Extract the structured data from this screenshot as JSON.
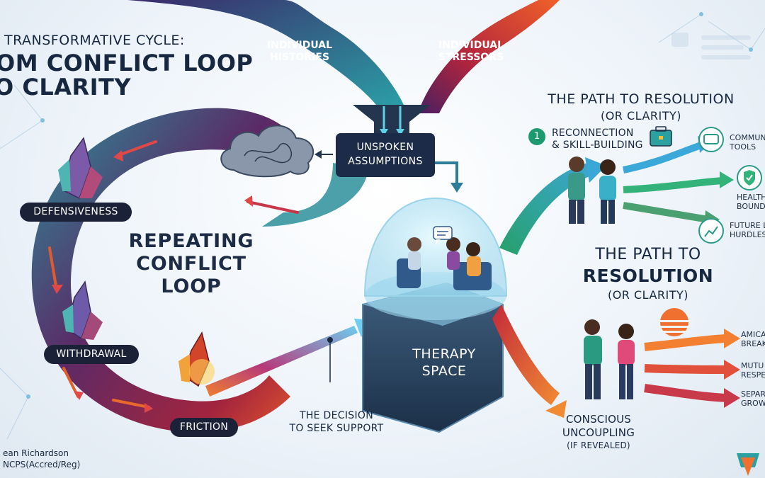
{
  "title": {
    "line1": "TRANSFORMATIVE CYCLE:",
    "line2": "OM CONFLICT LOOP",
    "line3": "O CLARITY"
  },
  "sources": {
    "histories": [
      "INDIVIDUAL",
      "HISTORIES"
    ],
    "stressors": [
      "INDIVIDUAL",
      "STRESSORS"
    ]
  },
  "assumptions": [
    "UNSPOKEN",
    "ASSUMPTIONS"
  ],
  "loop": {
    "title": [
      "REPEATING",
      "CONFLICT",
      "LOOP"
    ],
    "stages": [
      "DEFENSIVENESS",
      "WITHDRAWAL",
      "FRICTION"
    ]
  },
  "decision": [
    "THE DECISION",
    "TO SEEK SUPPORT"
  ],
  "therapy": [
    "THERAPY",
    "SPACE"
  ],
  "path_top": {
    "title": "THE PATH TO RESOLUTION",
    "subtitle": "(OR CLARITY)",
    "step_number": "1",
    "step_label": [
      "RECONNECTION",
      "& SKILL-BUILDING"
    ],
    "outcomes": [
      [
        "COMMUN",
        "TOOLS"
      ],
      [
        "HEALTH",
        "BOUNDAR"
      ],
      [
        "FUTURE L",
        "HURDLES"
      ]
    ]
  },
  "path_mid": {
    "line1": "THE PATH TO",
    "line2": "RESOLUTION",
    "line3": "(OR CLARITY)"
  },
  "uncoupling": {
    "line1": "CONSCIOUS",
    "line2": "UNCOUPLING",
    "line3": "(IF REVEALED)",
    "outcomes": [
      [
        "AMICA",
        "BREAK"
      ],
      [
        "MUTU",
        "RESPE"
      ],
      [
        "SEPAR",
        "GROW"
      ]
    ]
  },
  "author": {
    "name": "ean Richardson",
    "credential": "NCPS(Accred/Reg)"
  },
  "colors": {
    "navy": "#1c2b47",
    "teal": "#2aa3a8",
    "crimson": "#b3243a",
    "orange": "#f07a30",
    "green": "#33b27a"
  },
  "icons": [
    "cloud-icon",
    "crystal-icon",
    "speech-bubble-icon",
    "briefcase-icon",
    "shield-check-icon",
    "chart-arrow-icon",
    "sunset-icon",
    "logo-icon"
  ]
}
